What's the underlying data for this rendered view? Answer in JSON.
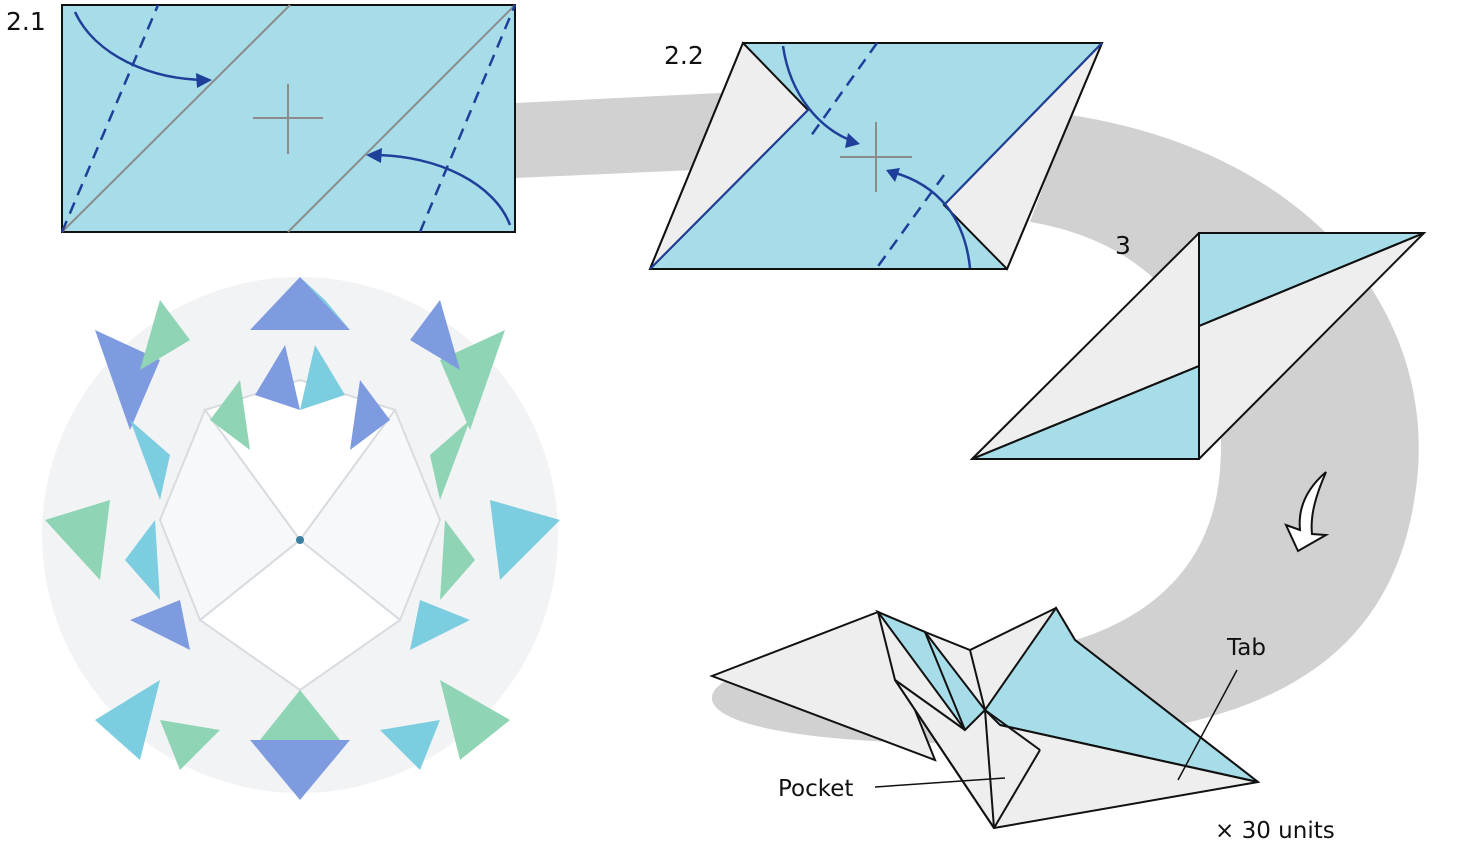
{
  "colors": {
    "paper_blue": "#a6dde8",
    "paper_white": "#eeeeee",
    "band_grey": "#d1d1d2",
    "fold_arrow": "#1f3f9a",
    "crease_grey": "#8c8c8c",
    "outline": "#111111",
    "kusudama_blue": "#7f9be0",
    "kusudama_cyan": "#7ccde0",
    "kusudama_green": "#8fd4b4"
  },
  "steps": {
    "step_2_1": "2.1",
    "step_2_2": "2.2",
    "step_3": "3"
  },
  "labels": {
    "tab": "Tab",
    "pocket": "Pocket",
    "count": "× 30 units"
  },
  "icons": {
    "crease_mark": "plus-crease-icon",
    "turn_over": "turn-over-arrow-icon"
  }
}
